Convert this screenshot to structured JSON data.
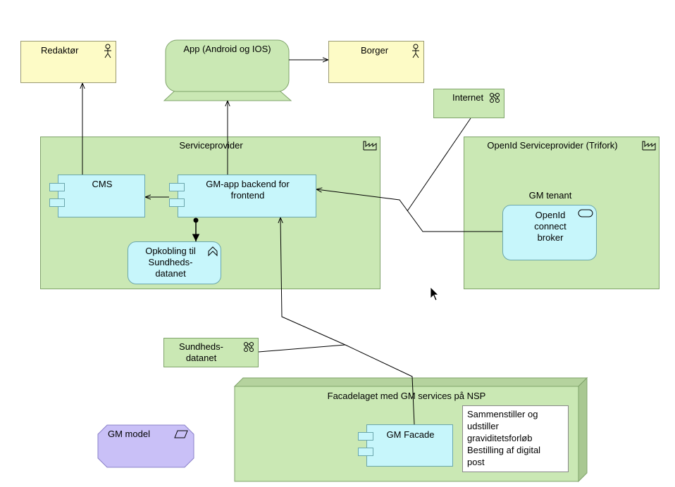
{
  "actors": {
    "redaktor": "Redaktør",
    "borger": "Borger"
  },
  "app": {
    "label": "App (Android og IOS)"
  },
  "internet": {
    "label": "Internet"
  },
  "serviceprovider": {
    "title": "Serviceprovider",
    "cms": "CMS",
    "backend_line1": "GM-app backend for",
    "backend_line2": "frontend",
    "opkobling_line1": "Opkobling til",
    "opkobling_line2": "Sundheds-",
    "opkobling_line3": "datanet"
  },
  "openid": {
    "title": "OpenId Serviceprovider (Trifork)",
    "tenant": "GM tenant",
    "broker_line1": "OpenId",
    "broker_line2": "connect",
    "broker_line3": "broker"
  },
  "sundhedsdatanet": {
    "line1": "Sundheds-",
    "line2": "datanet"
  },
  "facade": {
    "title": "Facadelaget med GM services på NSP",
    "component": "GM Facade",
    "note": "Sammenstiller og\nudstiller\ngraviditetsforløb\nBestilling af digital\npost"
  },
  "model": {
    "label": "GM model"
  },
  "colors": {
    "actor": "#fdfbc6",
    "node": "#cae8b4",
    "component": "#c7f6fb",
    "data_object": "#c9c0f7"
  }
}
